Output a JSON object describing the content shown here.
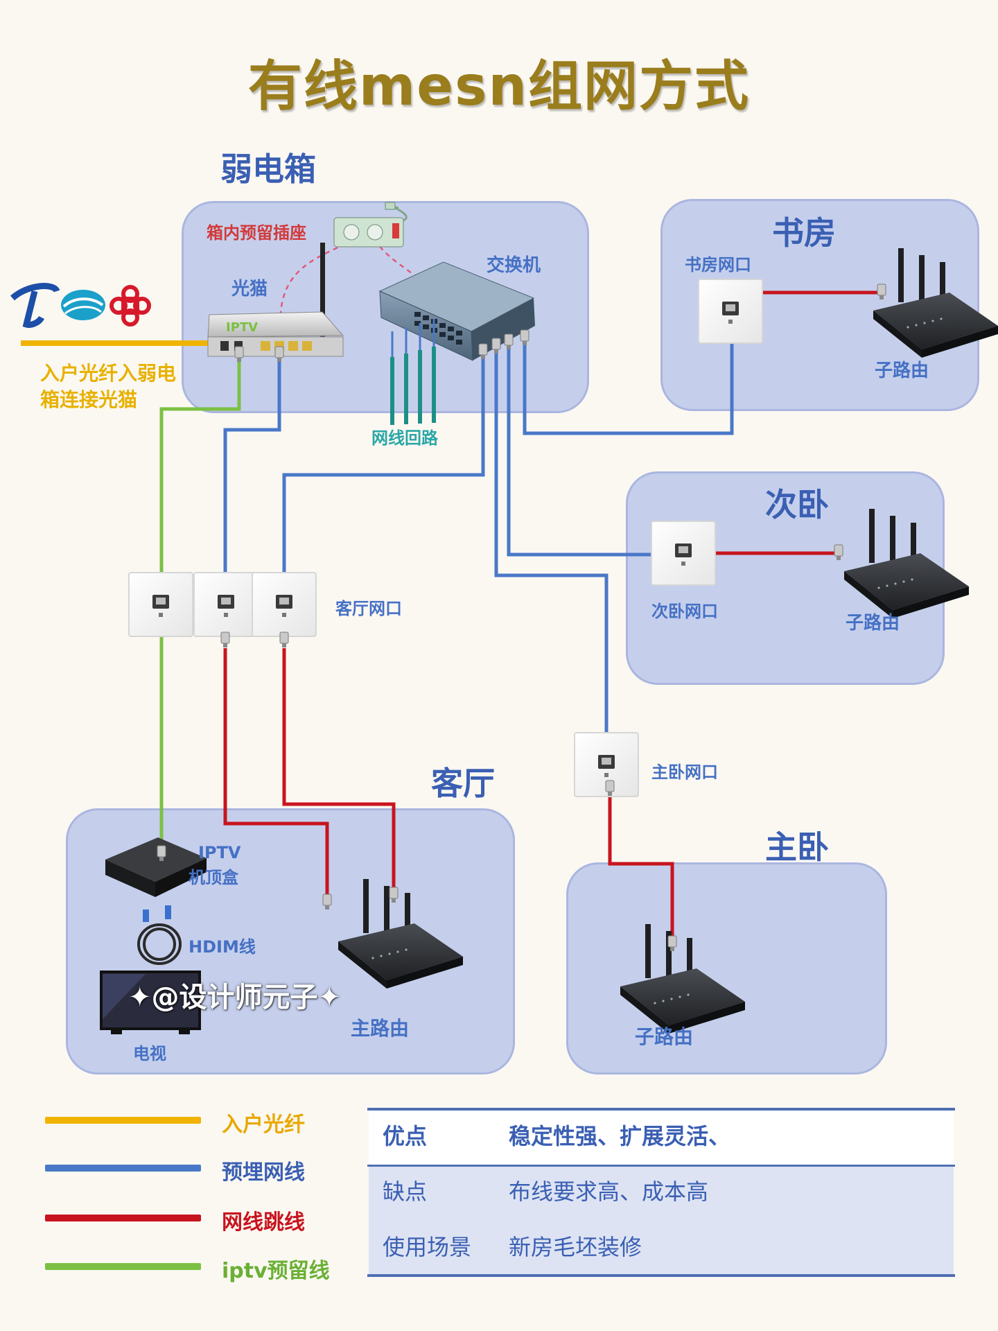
{
  "title": "有线mesn组网方式",
  "rooms": {
    "weak_box": "弱电箱",
    "study": "书房",
    "second_bedroom": "次卧",
    "living_room": "客厅",
    "master_bedroom": "主卧"
  },
  "labels": {
    "box_socket": "箱内预留插座",
    "modem": "光猫",
    "iptv_port": "IPTV",
    "switch": "交换机",
    "cable_loop": "网线回路",
    "fiber_note_line1": "入户光纤入弱电",
    "fiber_note_line2": "箱连接光猫",
    "study_port": "书房网口",
    "study_router": "子路由",
    "second_port": "次卧网口",
    "second_router": "子路由",
    "living_port": "客厅网口",
    "master_port": "主卧网口",
    "iptv_box_line1": "IPTV",
    "iptv_box_line2": "机顶盒",
    "hdmi": "HDIM线",
    "tv": "电视",
    "main_router": "主路由",
    "master_router": "子路由",
    "watermark": "✦@设计师元子✦"
  },
  "legend": [
    {
      "label": "入户光纤",
      "color": "#f0b400"
    },
    {
      "label": "预埋网线",
      "color": "#4a78c8"
    },
    {
      "label": "网线跳线",
      "color": "#c8141e"
    },
    {
      "label": "iptv预留线",
      "color": "#7bc043"
    }
  ],
  "info_table": [
    {
      "key": "优点",
      "value": "稳定性强、扩展灵活、"
    },
    {
      "key": "缺点",
      "value": "布线要求高、成本高"
    },
    {
      "key": "使用场景",
      "value": "新房毛坯装修"
    }
  ],
  "colors": {
    "fiber": "#f0b400",
    "embedded_cable": "#4a78c8",
    "patch_cable": "#c8141e",
    "iptv_cable": "#7bc043",
    "room_fill": "#c5cfec",
    "title": "#9a7d1c"
  },
  "icons": {
    "isp_logos": [
      "china-telecom-icon",
      "china-mobile-icon",
      "china-unicom-icon"
    ]
  }
}
